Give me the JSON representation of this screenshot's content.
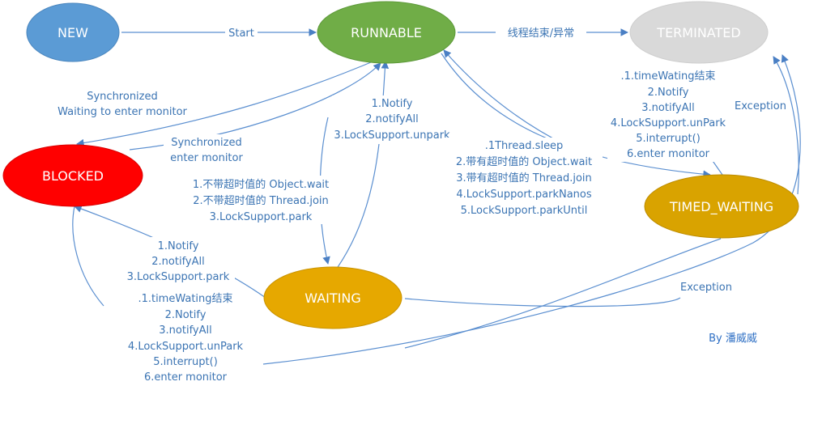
{
  "colors": {
    "new": "#5b9bd5",
    "runnable": "#70ad47",
    "terminated": "#d9d9d9",
    "blocked": "#ff0000",
    "waiting": "#e6a800",
    "timed_waiting": "#d9a300",
    "edge": "#5b8fd0",
    "label": "#3b74b3"
  },
  "states": {
    "new": "NEW",
    "runnable": "RUNNABLE",
    "terminated": "TERMINATED",
    "blocked": "BLOCKED",
    "waiting": "WAITING",
    "timed_waiting": "TIMED_WAITING"
  },
  "edges": {
    "start": "Start",
    "runnable_to_terminated": "线程结束/异常",
    "runnable_to_blocked": [
      "Synchronized",
      "Waiting to enter monitor"
    ],
    "blocked_to_runnable": [
      "Synchronized",
      "enter monitor"
    ],
    "waiting_to_runnable": [
      "1.Notify",
      "2.notifyAll",
      "3.LockSupport.unpark"
    ],
    "runnable_to_waiting": [
      "1.不带超时值的 Object.wait",
      "2.不带超时值的 Thread.join",
      "3.LockSupport.park"
    ],
    "runnable_to_timed_waiting": [
      ".1Thread.sleep",
      "2.带有超时值的 Object.wait",
      "3.带有超时值的 Thread.join",
      "4.LockSupport.parkNanos",
      "5.LockSupport.parkUntil"
    ],
    "timed_waiting_to_runnable": [
      ".1.timeWating结束",
      "2.Notify",
      "3.notifyAll",
      "4.LockSupport.unPark",
      "5.interrupt()",
      "6.enter monitor"
    ],
    "timed_waiting_exception": "Exception",
    "waiting_exception": "Exception",
    "waiting_to_blocked": [
      "1.Notify",
      "2.notifyAll",
      "3.LockSupport.park"
    ],
    "timed_waiting_to_waiting": [
      ".1.timeWating结束",
      "2.Notify",
      "3.notifyAll",
      "4.LockSupport.unPark",
      "5.interrupt()",
      "6.enter monitor"
    ]
  },
  "credit": "By 潘威威"
}
